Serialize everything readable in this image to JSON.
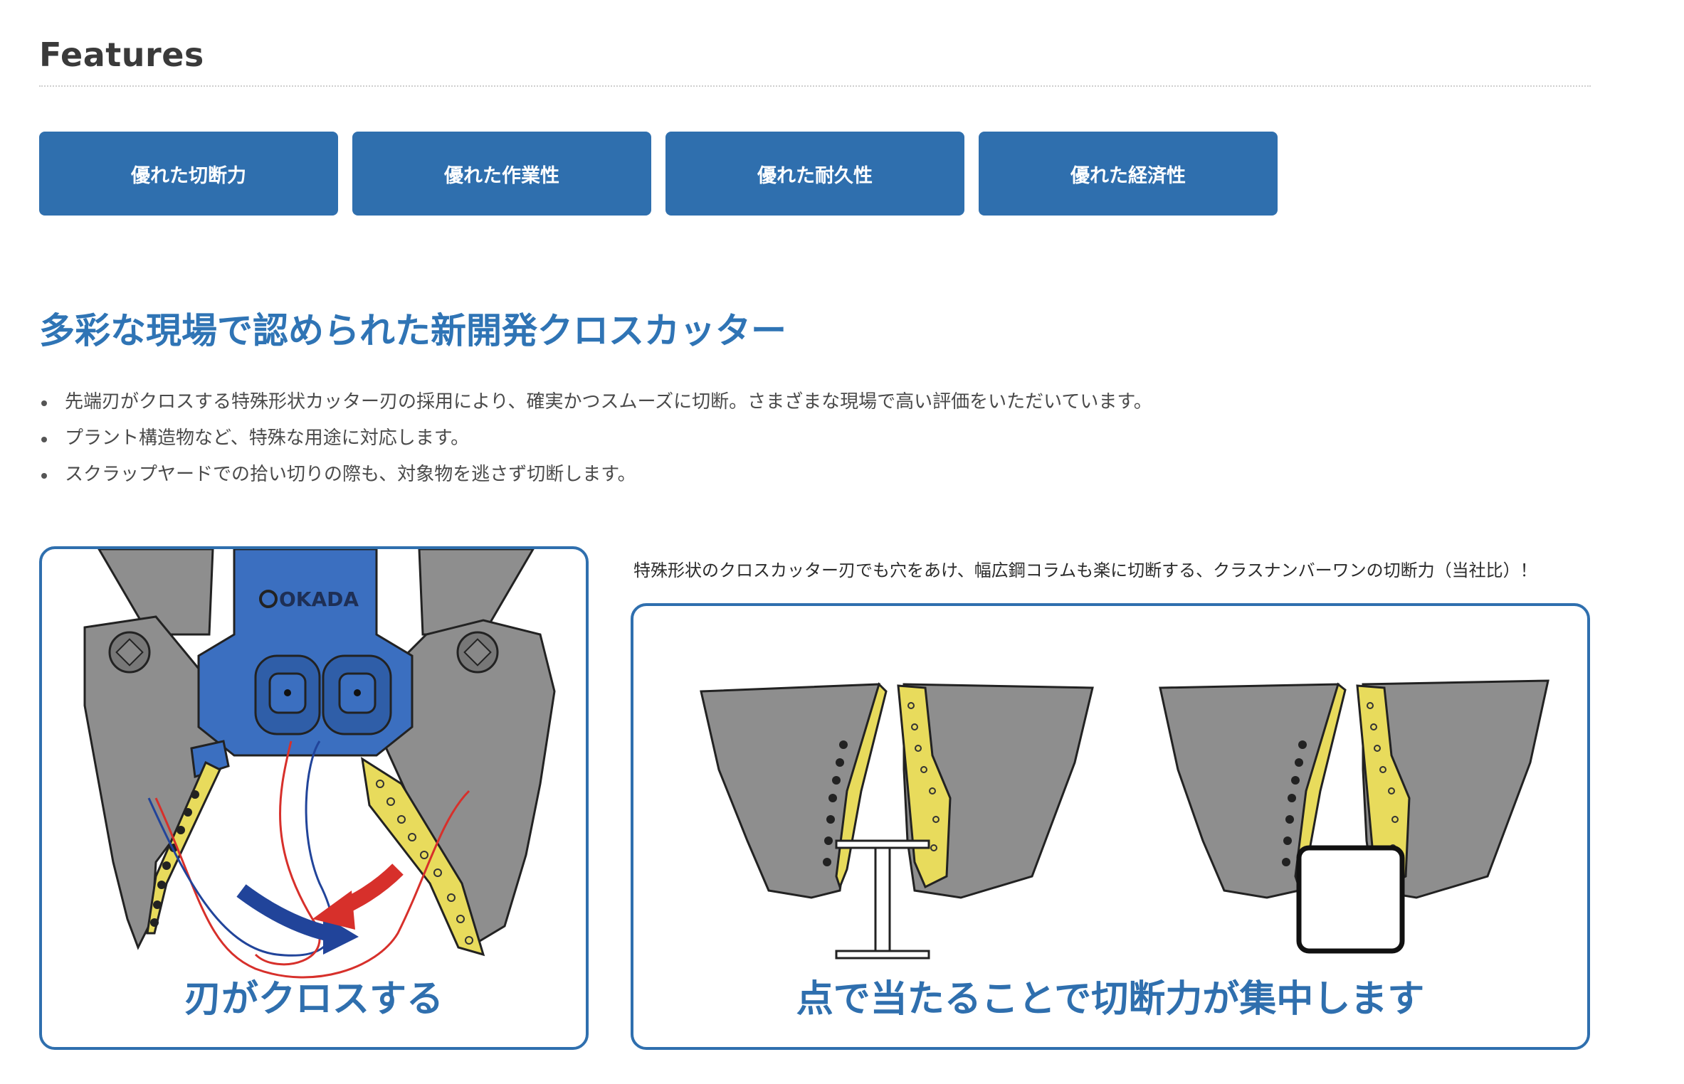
{
  "features": {
    "title": "Features",
    "tabs": [
      {
        "label": "優れた切断力"
      },
      {
        "label": "優れた作業性"
      },
      {
        "label": "優れた耐久性"
      },
      {
        "label": "優れた経済性"
      }
    ]
  },
  "section": {
    "heading": "多彩な現場で認められた新開発クロスカッター",
    "bullets": [
      "先端刃がクロスする特殊形状カッター刃の採用により、確実かつスムーズに切断。さまざまな現場で高い評価をいただいています。",
      "プラント構造物など、特殊な用途に対応します。",
      "スクラップヤードでの拾い切りの際も、対象物を逃さず切断します。"
    ]
  },
  "left_panel": {
    "brand_text": "OKADA",
    "caption": "刃がクロスする"
  },
  "right_panel": {
    "note": "特殊形状のクロスカッター刃でも穴をあけ、幅広鋼コラムも楽に切断する、クラスナンバーワンの切断力（当社比）！",
    "caption": "点で当たることで切断力が集中します"
  },
  "colors": {
    "brand_blue": "#2f6fae",
    "heading_blue": "#2f74b5",
    "jaw_gray": "#8e8e8e",
    "blade_yellow": "#e8db5c",
    "arrow_red": "#d7302b",
    "arrow_blue": "#21449a"
  }
}
